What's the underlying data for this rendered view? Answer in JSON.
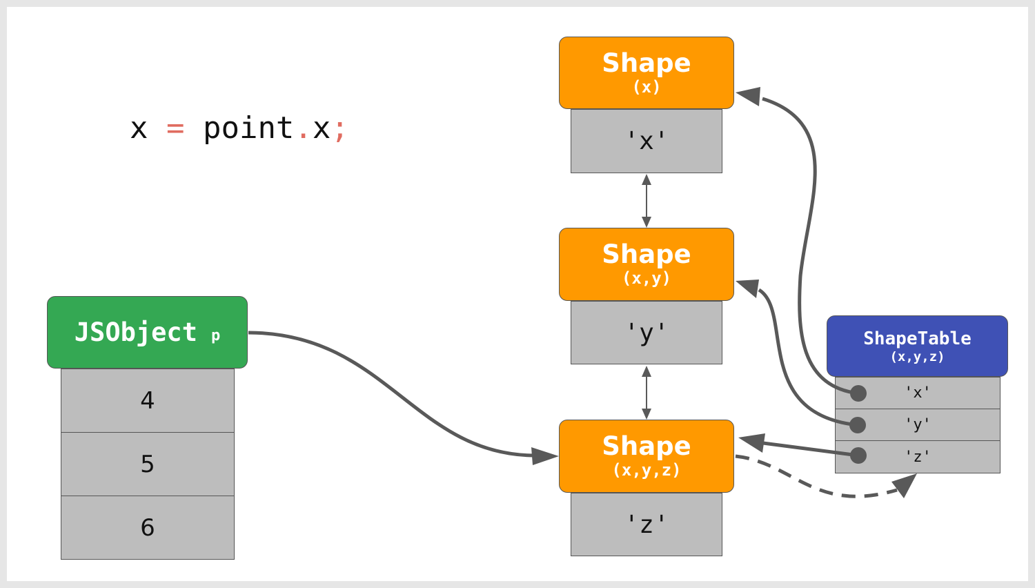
{
  "code": {
    "parts": [
      {
        "text": "x",
        "color": "#111111"
      },
      {
        "text": " ",
        "color": "#111111"
      },
      {
        "text": "=",
        "color": "#e06c60"
      },
      {
        "text": " ",
        "color": "#111111"
      },
      {
        "text": "point",
        "color": "#111111"
      },
      {
        "text": ".",
        "color": "#e06c60"
      },
      {
        "text": "x",
        "color": "#111111"
      },
      {
        "text": ";",
        "color": "#e06c60"
      }
    ]
  },
  "shapes": [
    {
      "title": "Shape",
      "params": "(x)",
      "key": "'x'"
    },
    {
      "title": "Shape",
      "params": "(x,y)",
      "key": "'y'"
    },
    {
      "title": "Shape",
      "params": "(x,y,z)",
      "key": "'z'"
    }
  ],
  "jsobject": {
    "title": "JSObject",
    "var": "p",
    "values": [
      "4",
      "5",
      "6"
    ]
  },
  "shape_table": {
    "title": "ShapeTable",
    "params": "(x,y,z)",
    "keys": [
      "'x'",
      "'y'",
      "'z'"
    ]
  },
  "colors": {
    "shape": "#ff9900",
    "jsobject": "#34a853",
    "shape_table": "#3f51b5",
    "cell": "#bdbdbd",
    "edge": "#595959",
    "code_accent": "#e06c60"
  }
}
